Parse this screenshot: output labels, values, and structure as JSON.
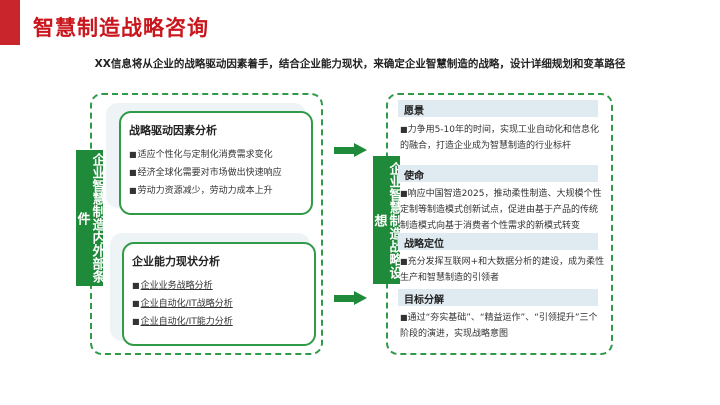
{
  "title": "智慧制造战略咨询",
  "subtitle": "XX信息将从企业的战略驱动因素着手，结合企业能力现状，来确定企业智慧制造的战略，设计详细规划和变革路径",
  "left": {
    "label": "企业智慧制造内外部条件",
    "card1": {
      "title": "战略驱动因素分析",
      "items": [
        "适应个性化与定制化消费需求变化",
        "经济全球化需要对市场做出快速响应",
        "劳动力资源减少，劳动力成本上升"
      ]
    },
    "card2": {
      "title": "企业能力现状分析",
      "items": [
        "企业业务战略分析",
        "企业自动化/IT战略分析",
        "企业自动化/IT能力分析"
      ]
    }
  },
  "right": {
    "label": "企业智慧制造战略设想",
    "sections": [
      {
        "title": "愿景",
        "text": "力争用5-10年的时间，实现工业自动化和信息化的融合，打造企业成为智慧制造的行业标杆"
      },
      {
        "title": "使命",
        "text": "响应中国智造2025，推动柔性制造、大规模个性定制等制造模式创新试点，促进由基于产品的传统制造模式向基于消费者个性需求的新模式转变"
      },
      {
        "title": "战略定位",
        "text": "充分发挥互联网+和大数据分析的建设，成为柔性生产和智慧制造的引领者"
      },
      {
        "title": "目标分解",
        "text": "通过“夯实基础”、“精益运作”、“引领提升”三个阶段的演进，实现战略意图"
      }
    ]
  },
  "colors": {
    "red": "#c9161d",
    "green": "#1f8a3a"
  }
}
